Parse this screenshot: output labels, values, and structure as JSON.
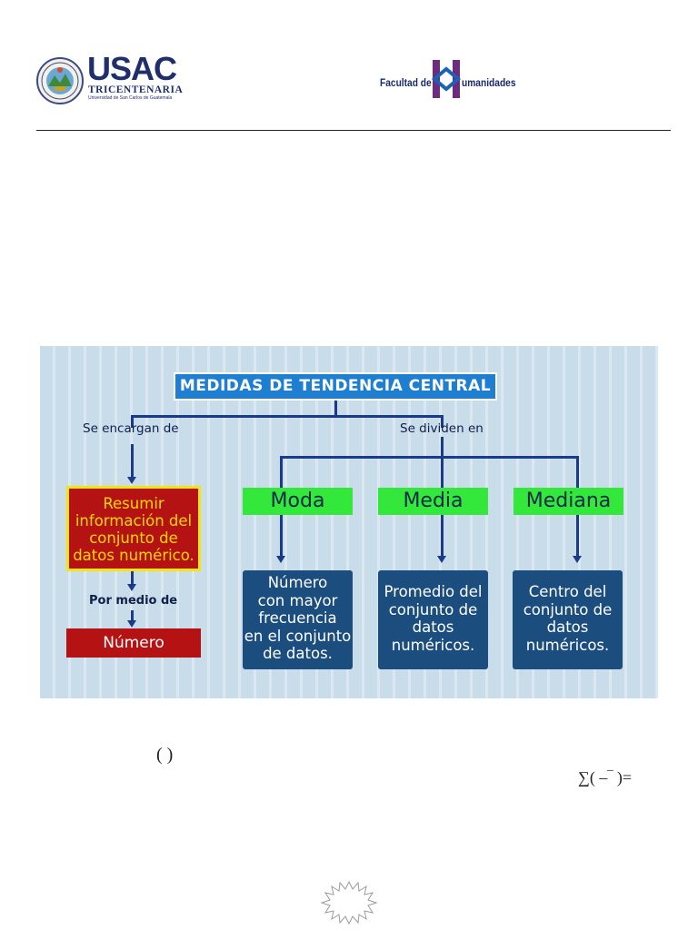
{
  "header": {
    "logo_left": {
      "brand": "USAC",
      "subtitle": "TRICENTENARIA",
      "caption": "Universidad de San Carlos de Guatemala"
    },
    "logo_right": {
      "prefix": "Facultad de",
      "suffix": "umanidades"
    }
  },
  "diagram": {
    "title": "MEDIDAS DE TENDENCIA CENTRAL",
    "left_branch_label": "Se encargan de",
    "right_branch_label": "Se dividen en",
    "left_box": [
      "Resumir",
      "información del",
      "conjunto de",
      "datos numérico."
    ],
    "left_connector_label": "Por medio de",
    "left_result": "Número",
    "categories": [
      {
        "name": "Moda",
        "description": [
          "Número",
          "con mayor",
          "frecuencia",
          "en el conjunto",
          "de datos."
        ]
      },
      {
        "name": "Media",
        "description": [
          "Promedio del",
          "conjunto de",
          "datos",
          "numéricos."
        ]
      },
      {
        "name": "Mediana",
        "description": [
          "Centro del",
          "conjunto de",
          "datos",
          "numéricos."
        ]
      }
    ],
    "colors": {
      "title_bg": "#1e7fd2",
      "left_box_bg": "#b51313",
      "left_box_border": "#f2e313",
      "left_box_text": "#f5d900",
      "category_bg": "#33e83a",
      "description_bg": "#1b4d7e",
      "connector": "#1a3a8a"
    }
  },
  "formula_fragments": {
    "parens": "( )",
    "sum": "∑(  –‾ )="
  },
  "footer": {
    "ornament": "starburst-icon"
  }
}
